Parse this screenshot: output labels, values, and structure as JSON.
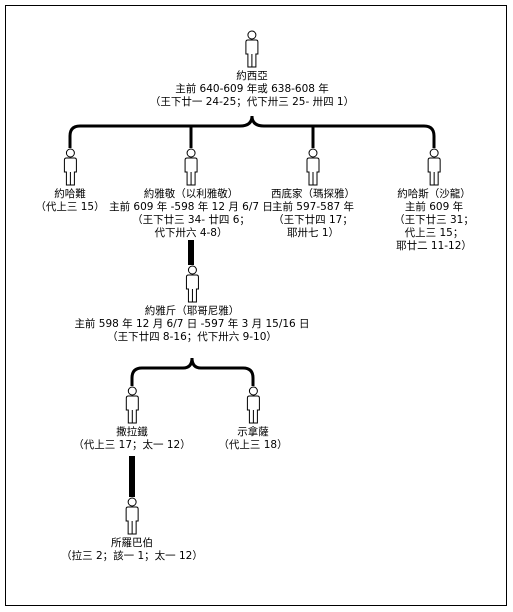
{
  "nodes": {
    "josiah": {
      "name": "約西亞",
      "lines": [
        "主前 640-609 年或 638-608 年",
        "（王下廿一 24-25；代下卅三 25- 卅四 1）"
      ]
    },
    "johanan": {
      "name": "約哈難",
      "lines": [
        "（代上三 15）"
      ]
    },
    "jehoiakim": {
      "name": "約雅敬（以利雅敬）",
      "lines": [
        "主前 609 年 -598 年 12 月 6/7 日",
        "（王下廿三 34- 廿四 6；",
        "代下卅六 4-8）"
      ]
    },
    "zedekiah": {
      "name": "西底家（瑪探雅）",
      "lines": [
        "主前 597-587 年",
        "（王下廿四 17；",
        "耶卅七 1）"
      ]
    },
    "jehoahaz": {
      "name": "約哈斯（沙龍）",
      "lines": [
        "主前 609 年",
        "（王下廿三 31；",
        "代上三 15；",
        "耶廿二 11-12）"
      ]
    },
    "jehoiachin": {
      "name": "約雅斤（耶哥尼雅）",
      "lines": [
        "主前 598 年 12 月 6/7 日 -597 年 3 月 15/16 日",
        "（王下廿四 8-16；代下卅六 9-10）"
      ]
    },
    "shealtiel": {
      "name": "撒拉鐵",
      "lines": [
        "（代上三 17；太一 12）"
      ]
    },
    "shenazzar": {
      "name": "示拿薩",
      "lines": [
        "（代上三 18）"
      ]
    },
    "zerubbabel": {
      "name": "所羅巴伯",
      "lines": [
        "（拉三 2；該一 1；太一 12）"
      ]
    }
  }
}
